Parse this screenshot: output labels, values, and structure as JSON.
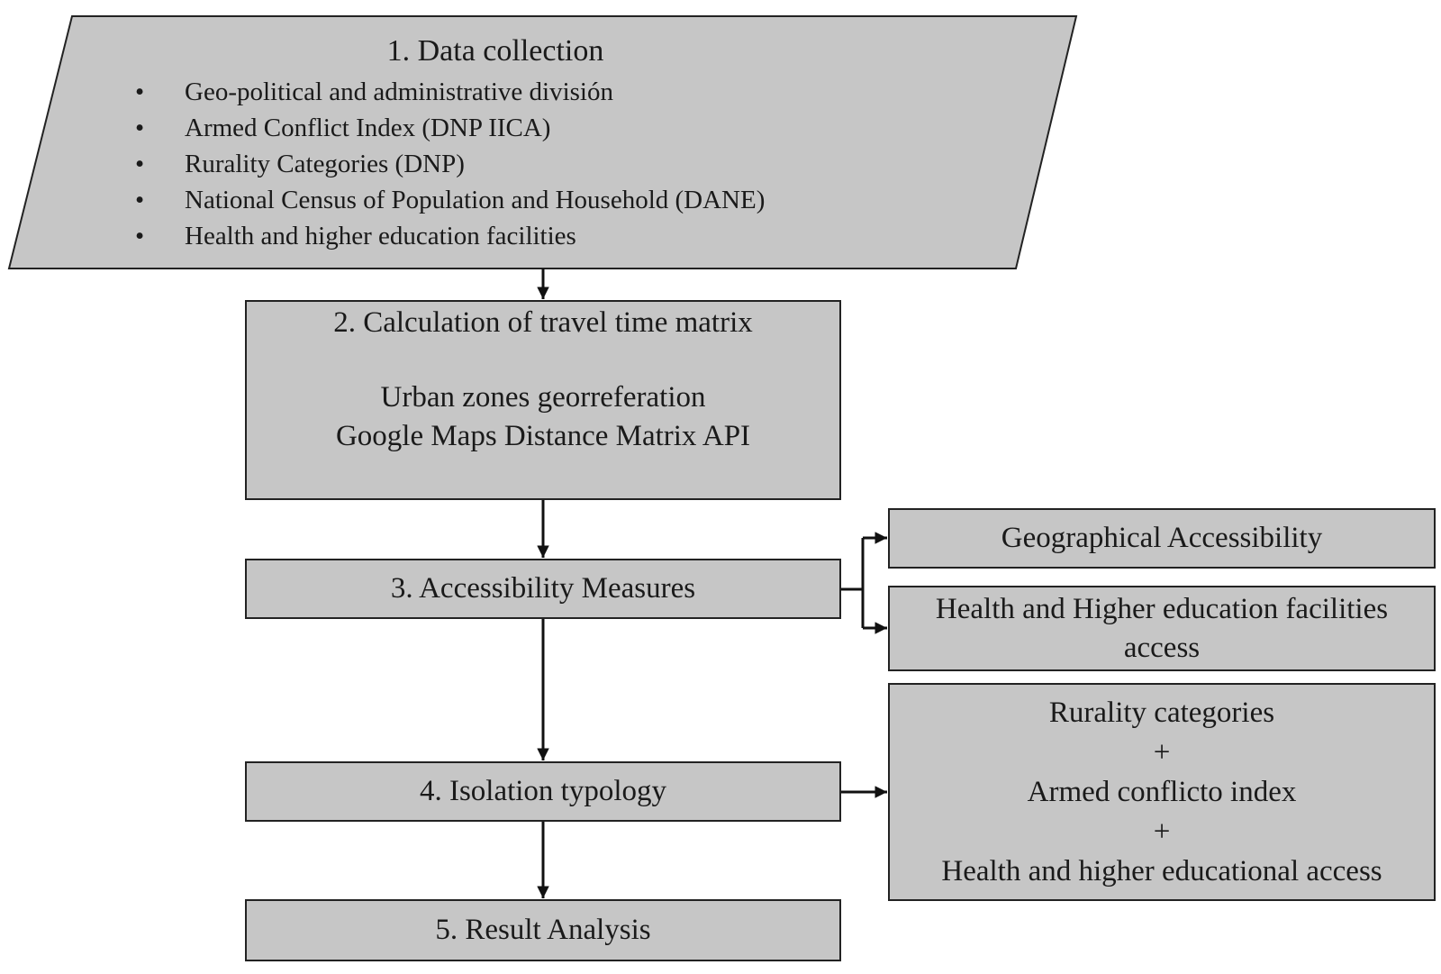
{
  "step1": {
    "title": "1. Data collection",
    "items": [
      "Geo-political and administrative división",
      "Armed Conflict Index (DNP IICA)",
      "Rurality Categories (DNP)",
      "National Census of Population and Household (DANE)",
      "Health and higher education facilities"
    ]
  },
  "step2": {
    "title": "2. Calculation of travel time matrix",
    "line1": "Urban zones georreferation",
    "line2": "Google Maps Distance Matrix API"
  },
  "step3": {
    "title": "3. Accessibility Measures"
  },
  "step4": {
    "title": "4. Isolation typology"
  },
  "step5": {
    "title": "5. Result Analysis"
  },
  "accessibility": {
    "geographical": "Geographical Accessibility",
    "facilities": "Health and Higher education facilities access"
  },
  "typology": {
    "line1": "Rurality categories",
    "plus1": "+",
    "line2": "Armed conflicto index",
    "plus2": "+",
    "line3": "Health and higher educational access"
  },
  "colors": {
    "box_fill": "#c6c6c6",
    "border": "#222222",
    "text": "#1a1a1a"
  }
}
